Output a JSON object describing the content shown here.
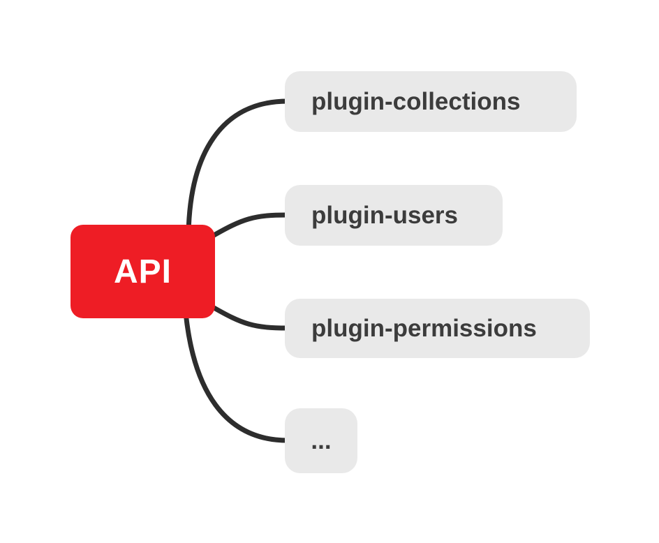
{
  "colors": {
    "canvas_bg": "#FFFFFF",
    "root_bg": "#EE1D25",
    "root_text": "#FFFFFF",
    "topic_bg": "#E9E9E9",
    "topic_text": "#3C3C3C",
    "connector": "#2D2D2D"
  },
  "diagram": {
    "type": "mindmap",
    "root": {
      "label": "API"
    },
    "children": [
      {
        "label": "plugin-collections"
      },
      {
        "label": "plugin-users"
      },
      {
        "label": "plugin-permissions"
      },
      {
        "label": "..."
      }
    ]
  }
}
